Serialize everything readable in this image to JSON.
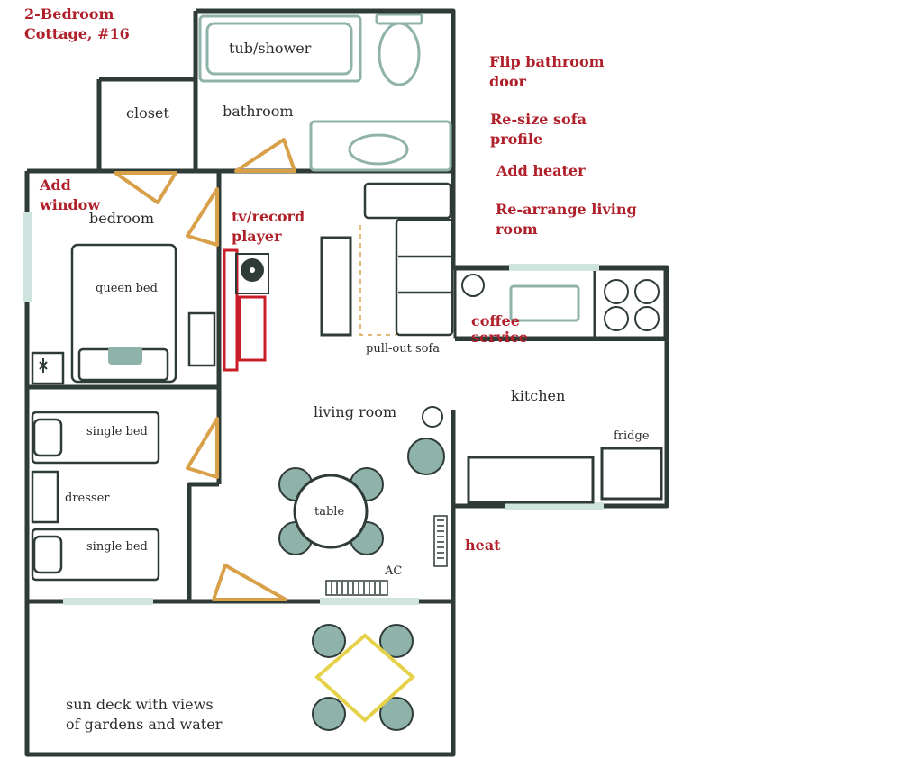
{
  "title_lines": [
    "2-Bedroom",
    "Cottage, #16"
  ],
  "rooms": {
    "closet": "closet",
    "bathroom": "bathroom",
    "tub_shower": "tub/shower",
    "bedroom": "bedroom",
    "queen_bed": "queen bed",
    "single_bed_top": "single bed",
    "single_bed_bottom": "single bed",
    "dresser": "dresser",
    "living_room": "living room",
    "pull_out_sofa": "pull-out sofa",
    "table": "table",
    "ac": "AC",
    "kitchen": "kitchen",
    "fridge": "fridge",
    "sun_deck_lines": [
      "sun deck with views",
      "of gardens and water"
    ]
  },
  "annotations": {
    "flip_door": [
      "Flip bathroom",
      "door"
    ],
    "resize_sofa": [
      "Re-size sofa",
      "profile"
    ],
    "add_heater": [
      "Add heater"
    ],
    "rearrange": [
      "Re-arrange living",
      "room"
    ],
    "add_window": [
      "Add",
      "window"
    ],
    "tv_record": [
      "tv/record",
      "player"
    ],
    "coffee": [
      "coffee",
      "service"
    ],
    "heat": [
      "heat"
    ]
  },
  "colors": {
    "wall": "#2f3b37",
    "furniture": "#8fb3ab",
    "window": "#cfe3df",
    "door": "#d9a04a",
    "annotation": "#b0202a",
    "deck_table": "#e6d24a"
  }
}
